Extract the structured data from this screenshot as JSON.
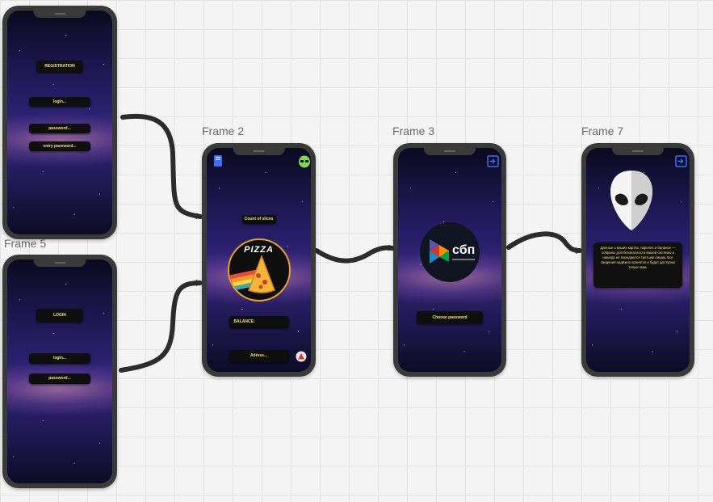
{
  "frames": {
    "frame5": {
      "title": "Frame 5",
      "registration_btn": "REGISTRATION",
      "login_field": "login...",
      "password_field": "password...",
      "entry_password_field": "entry password...",
      "login_btn": "LOGIN",
      "login_field_2": "login...",
      "password_field_2": "password..."
    },
    "frame2": {
      "title": "Frame 2",
      "count_of_slices": "Count of slices",
      "logo_text": "PIZZA",
      "balance_label": "BALANCE:",
      "address_field": "Adress..."
    },
    "frame3": {
      "title": "Frame 3",
      "logo_text": "сбп",
      "choose_password": "Choose password"
    },
    "frame7": {
      "title": "Frame 7",
      "info_text": "Данные о ваших картах, паролях и балансе — собраны для безопасности вашей системы и никогда не передаются третьим лицам. Все сведения надёжно хранятся и будут доступны только вам."
    }
  },
  "icons": {
    "alien": "alien-icon",
    "exit": "exit-icon",
    "book": "book-icon",
    "warning": "warning-icon"
  },
  "colors": {
    "button_text": "#f2e07a",
    "button_bg": "#0f0f0f",
    "accent_blue": "#3b6ef5",
    "phone_frame": "#3a3a3a",
    "arrow": "#2c2c2c"
  }
}
